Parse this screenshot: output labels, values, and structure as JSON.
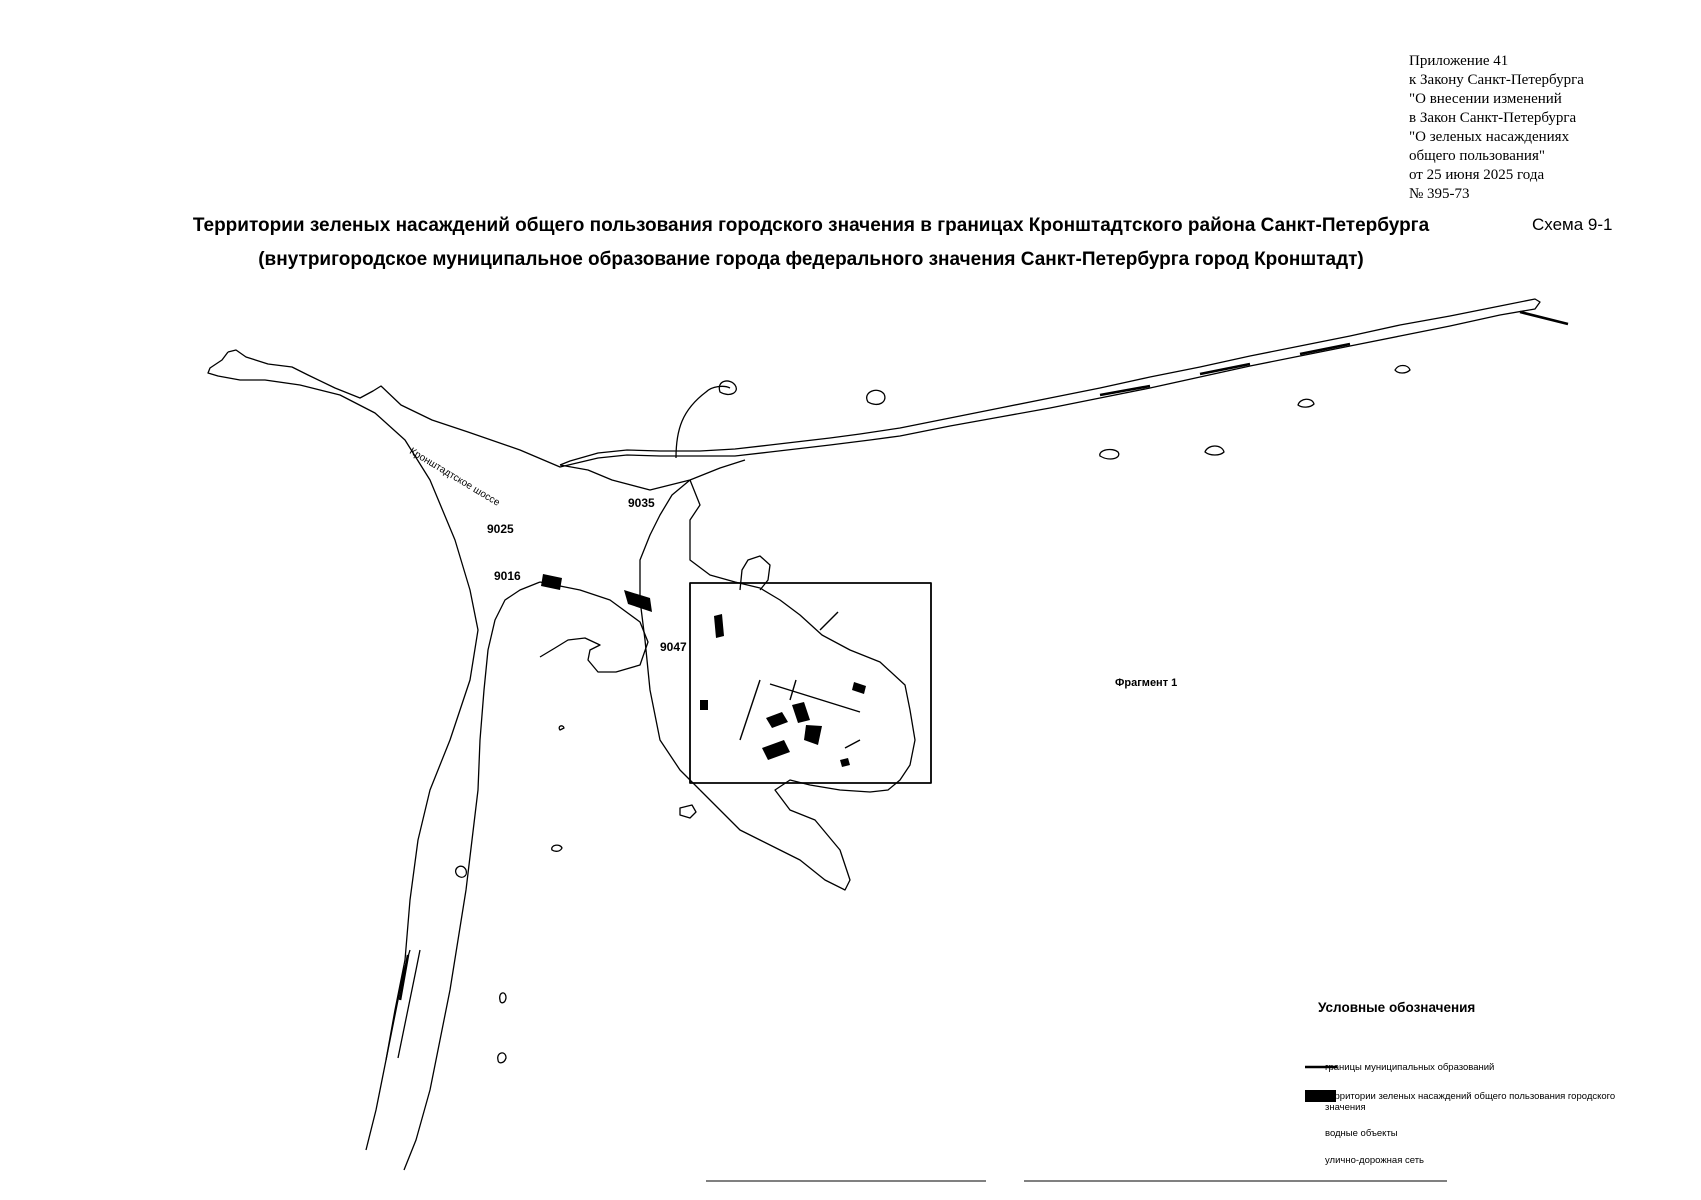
{
  "appendix": {
    "lines": [
      "Приложение 41",
      "к Закону Санкт-Петербурга",
      "\"О внесении изменений",
      "в Закон Санкт-Петербурга",
      "\"О зеленых насаждениях",
      "общего пользования\"",
      "от 25 июня 2025 года",
      "№ 395-73"
    ]
  },
  "title": {
    "line1": "Территории зеленых насаждений общего пользования городского значения в границах Кронштадтского района Санкт-Петербурга",
    "line2": "(внутригородское муниципальное образование города федерального значения Санкт-Петербурга город Кронштадт)"
  },
  "scheme_label": "Схема 9-1",
  "map": {
    "road_label": "Кронштадтское шоссе",
    "zone_labels": [
      "9035",
      "9025",
      "9016",
      "9047"
    ],
    "fragment_label": "Фрагмент 1",
    "colors": {
      "ink": "#000000",
      "background": "#ffffff"
    }
  },
  "legend": {
    "title": "Условные обозначения",
    "items": [
      {
        "symbol": "boundary-line",
        "label": "границы муниципальных образований"
      },
      {
        "symbol": "filled-black",
        "label": "территории зеленых насаждений общего пользования городского значения"
      },
      {
        "symbol": "none",
        "label": "водные объекты"
      },
      {
        "symbol": "none",
        "label": "улично-дорожная сеть"
      }
    ]
  }
}
